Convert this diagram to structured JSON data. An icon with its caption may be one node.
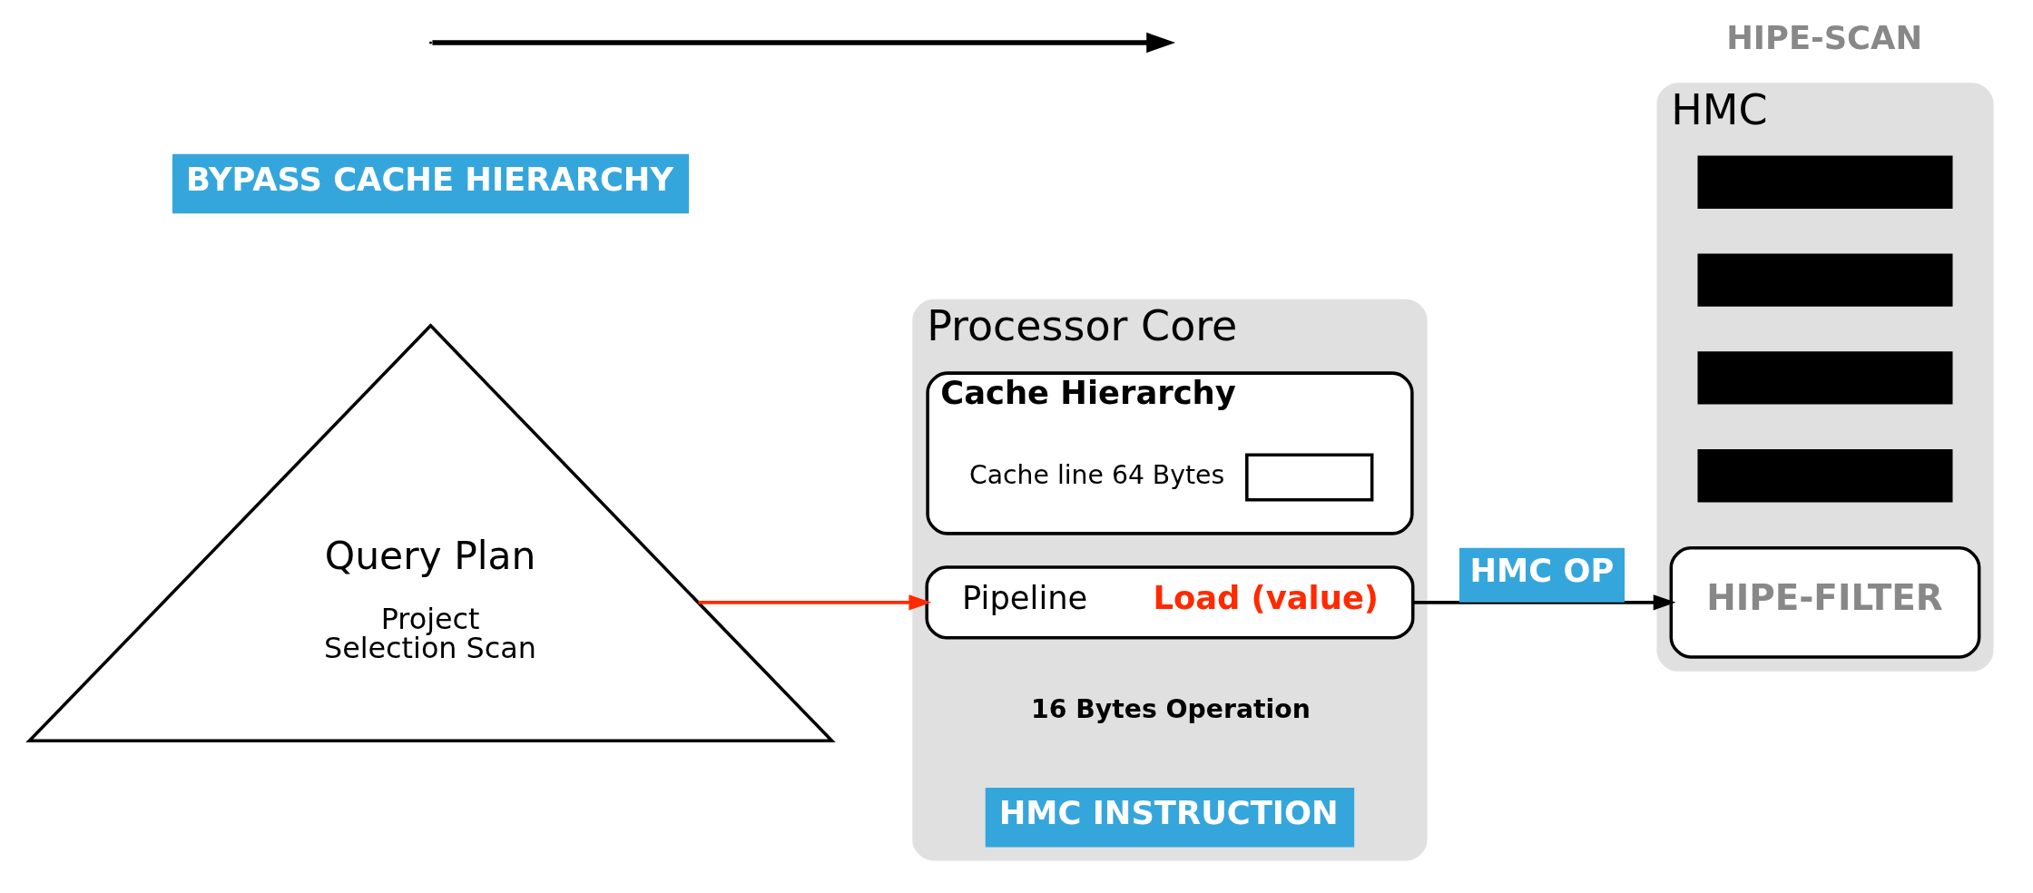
{
  "diagram": {
    "nodes": [
      {
        "text": [
          "Query Plan",
          "Project",
          "Selection Scan"
        ]
      },
      {
        "text": [
          "Processor Core"
        ]
      },
      {
        "text": [
          "Pipeline",
          "Load (value)"
        ],
        "in": 1
      },
      {
        "text": [
          "Cache Hierarchy"
        ],
        "in": 1
      },
      {
        "text": [],
        "shape": "box",
        "beside": [
          "Cache line 64 Bytes"
        ],
        "in": 3
      },
      {
        "text": [
          "HMC"
        ]
      },
      {
        "text": [],
        "shape": "bar",
        "in": 5
      },
      {
        "text": [],
        "shape": "bar",
        "in": 5
      },
      {
        "text": [],
        "shape": "bar",
        "in": 5
      },
      {
        "text": [],
        "shape": "bar",
        "in": 5
      },
      {
        "text": [
          "HIPE-FILTER"
        ],
        "in": 5
      }
    ],
    "edges": [
      {
        "from": 0,
        "to": 2,
        "arrow": "to",
        "color": "#ff2a00"
      },
      {
        "from": 2,
        "to": 10,
        "arrow": "to",
        "label": "HMC OP",
        "color": "#000000"
      }
    ],
    "labels": [
      "16 Bytes Operation",
      "HMC INSTRUCTION",
      "BYPASS CACHE HIERARCHY"
    ],
    "legend": [
      {
        "text": "HIPE-SCAN"
      }
    ]
  }
}
